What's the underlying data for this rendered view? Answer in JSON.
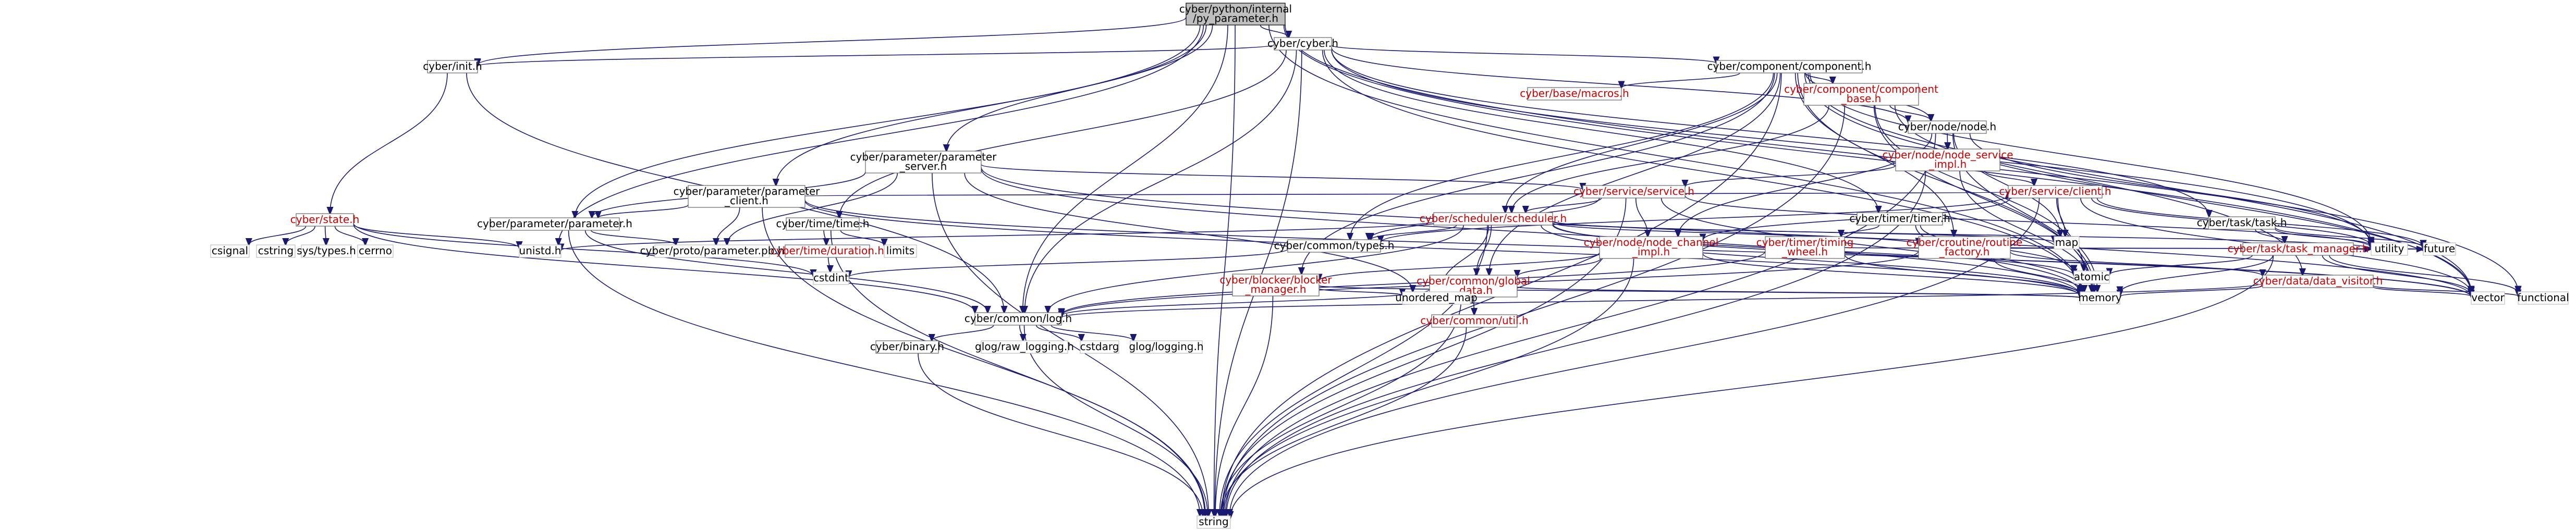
{
  "colors": {
    "edge": "#191970",
    "root_fill": "#bfbfbf",
    "red_text": "#cc0000",
    "node_border": "#666666",
    "leaf_border": "#bfbfbf"
  },
  "nodes": [
    {
      "id": "root",
      "lines": [
        "cyber/python/internal",
        "/py_parameter.h"
      ],
      "style": "root"
    },
    {
      "id": "cyber_h",
      "lines": [
        "cyber/cyber.h"
      ],
      "style": "linked"
    },
    {
      "id": "init_h",
      "lines": [
        "cyber/init.h"
      ],
      "style": "linked"
    },
    {
      "id": "component_h",
      "lines": [
        "cyber/component/component.h"
      ],
      "style": "linked"
    },
    {
      "id": "param_server_h",
      "lines": [
        "cyber/parameter/parameter",
        "_server.h"
      ],
      "style": "linked"
    },
    {
      "id": "param_client_h",
      "lines": [
        "cyber/parameter/parameter",
        "_client.h"
      ],
      "style": "linked"
    },
    {
      "id": "parameter_h",
      "lines": [
        "cyber/parameter/parameter.h"
      ],
      "style": "linked"
    },
    {
      "id": "state_h",
      "lines": [
        "cyber/state.h"
      ],
      "style": "red"
    },
    {
      "id": "time_h",
      "lines": [
        "cyber/time/time.h"
      ],
      "style": "linked"
    },
    {
      "id": "duration_h",
      "lines": [
        "cyber/time/duration.h"
      ],
      "style": "red"
    },
    {
      "id": "macros_h",
      "lines": [
        "cyber/base/macros.h"
      ],
      "style": "red"
    },
    {
      "id": "component_base_h",
      "lines": [
        "cyber/component/component",
        "_base.h"
      ],
      "style": "red"
    },
    {
      "id": "node_h",
      "lines": [
        "cyber/node/node.h"
      ],
      "style": "linked"
    },
    {
      "id": "node_service_impl_h",
      "lines": [
        "cyber/node/node_service",
        "_impl.h"
      ],
      "style": "red"
    },
    {
      "id": "service_h",
      "lines": [
        "cyber/service/service.h"
      ],
      "style": "red"
    },
    {
      "id": "client_h",
      "lines": [
        "cyber/service/client.h"
      ],
      "style": "red"
    },
    {
      "id": "scheduler_h",
      "lines": [
        "cyber/scheduler/scheduler.h"
      ],
      "style": "red"
    },
    {
      "id": "timer_h",
      "lines": [
        "cyber/timer/timer.h"
      ],
      "style": "linked"
    },
    {
      "id": "timing_wheel_h",
      "lines": [
        "cyber/timer/timing",
        "_wheel.h"
      ],
      "style": "red"
    },
    {
      "id": "node_channel_impl_h",
      "lines": [
        "cyber/node/node_channel",
        "_impl.h"
      ],
      "style": "red"
    },
    {
      "id": "routine_factory_h",
      "lines": [
        "cyber/croutine/routine",
        "_factory.h"
      ],
      "style": "red"
    },
    {
      "id": "task_h",
      "lines": [
        "cyber/task/task.h"
      ],
      "style": "linked"
    },
    {
      "id": "task_manager_h",
      "lines": [
        "cyber/task/task_manager.h"
      ],
      "style": "red"
    },
    {
      "id": "types_h",
      "lines": [
        "cyber/common/types.h"
      ],
      "style": "linked"
    },
    {
      "id": "blocker_manager_h",
      "lines": [
        "cyber/blocker/blocker",
        "_manager.h"
      ],
      "style": "red"
    },
    {
      "id": "global_data_h",
      "lines": [
        "cyber/common/global",
        "_data.h"
      ],
      "style": "red"
    },
    {
      "id": "data_visitor_h",
      "lines": [
        "cyber/data/data_visitor.h"
      ],
      "style": "red"
    },
    {
      "id": "util_h",
      "lines": [
        "cyber/common/util.h"
      ],
      "style": "red"
    },
    {
      "id": "log_h",
      "lines": [
        "cyber/common/log.h"
      ],
      "style": "linked"
    },
    {
      "id": "binary_h",
      "lines": [
        "cyber/binary.h"
      ],
      "style": "linked"
    },
    {
      "id": "parameter_pb_h",
      "lines": [
        "cyber/proto/parameter.pb.h"
      ],
      "style": "leaf"
    },
    {
      "id": "unistd_h",
      "lines": [
        "unistd.h"
      ],
      "style": "leaf"
    },
    {
      "id": "csignal",
      "lines": [
        "csignal"
      ],
      "style": "leaf"
    },
    {
      "id": "cstring",
      "lines": [
        "cstring"
      ],
      "style": "leaf"
    },
    {
      "id": "sys_types_h",
      "lines": [
        "sys/types.h"
      ],
      "style": "leaf"
    },
    {
      "id": "cerrno",
      "lines": [
        "cerrno"
      ],
      "style": "leaf"
    },
    {
      "id": "cstdint",
      "lines": [
        "cstdint"
      ],
      "style": "leaf"
    },
    {
      "id": "limits",
      "lines": [
        "limits"
      ],
      "style": "leaf"
    },
    {
      "id": "map",
      "lines": [
        "map"
      ],
      "style": "leaf"
    },
    {
      "id": "atomic",
      "lines": [
        "atomic"
      ],
      "style": "leaf"
    },
    {
      "id": "utility",
      "lines": [
        "utility"
      ],
      "style": "leaf"
    },
    {
      "id": "future",
      "lines": [
        "future"
      ],
      "style": "leaf"
    },
    {
      "id": "vector",
      "lines": [
        "vector"
      ],
      "style": "leaf"
    },
    {
      "id": "functional",
      "lines": [
        "functional"
      ],
      "style": "leaf"
    },
    {
      "id": "memory",
      "lines": [
        "memory"
      ],
      "style": "leaf"
    },
    {
      "id": "unordered_map",
      "lines": [
        "unordered_map"
      ],
      "style": "leaf"
    },
    {
      "id": "glog_raw_logging_h",
      "lines": [
        "glog/raw_logging.h"
      ],
      "style": "leaf"
    },
    {
      "id": "cstdarg",
      "lines": [
        "cstdarg"
      ],
      "style": "leaf"
    },
    {
      "id": "glog_logging_h",
      "lines": [
        "glog/logging.h"
      ],
      "style": "leaf"
    },
    {
      "id": "string",
      "lines": [
        "string"
      ],
      "style": "leaf"
    }
  ]
}
